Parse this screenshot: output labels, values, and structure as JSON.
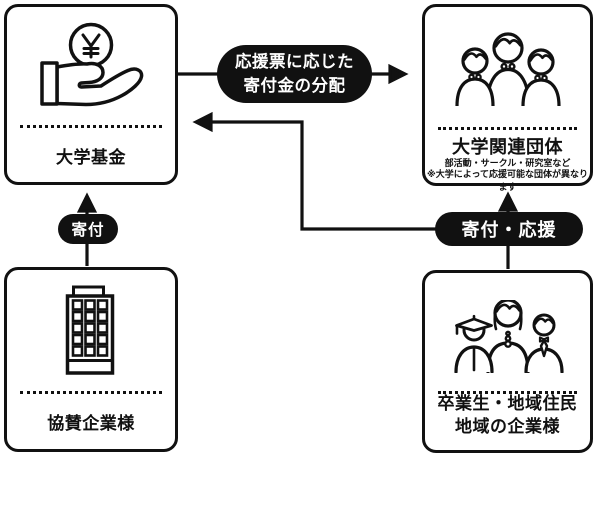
{
  "boxes": {
    "university_fund": {
      "label": "大学基金",
      "icon": "hand-coin-icon"
    },
    "university_groups": {
      "label": "大学関連団体",
      "note1": "部活動・サークル・研究室など",
      "note2": "※大学によって応援可能な団体が異なります",
      "icon": "three-students-icon"
    },
    "sponsor_companies": {
      "label": "協賛企業様",
      "icon": "office-building-icon"
    },
    "supporters": {
      "label1": "卒業生・地域住民",
      "label2": "地域の企業様",
      "icon": "graduate-resident-businessman-icon"
    }
  },
  "pills": {
    "distribution": {
      "line1": "応援票に応じた",
      "line2": "寄付金の分配"
    },
    "donation": {
      "label": "寄付"
    },
    "donation_support": {
      "label": "寄付・応援"
    }
  },
  "colors": {
    "ink": "#111111",
    "pill_bg": "#111111",
    "pill_text": "#ffffff",
    "background": "#ffffff"
  }
}
